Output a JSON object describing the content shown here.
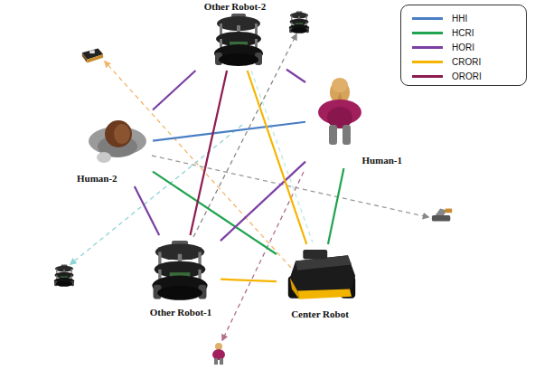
{
  "diagram": {
    "nodes": [
      {
        "text": [
          "Other Robot-2"
        ]
      },
      {
        "text": [
          "Human-2"
        ]
      },
      {
        "text": [
          "Human-1"
        ]
      },
      {
        "text": [
          "Other Robot-1"
        ]
      },
      {
        "text": [
          "Center Robot"
        ]
      }
    ],
    "edges": [
      {
        "from": 1,
        "to": 2,
        "arrow": "none"
      },
      {
        "from": 1,
        "to": 4,
        "arrow": "none"
      },
      {
        "from": 2,
        "to": 4,
        "arrow": "none"
      },
      {
        "from": 0,
        "to": 1,
        "arrow": "none"
      },
      {
        "from": 0,
        "to": 2,
        "arrow": "none"
      },
      {
        "from": 1,
        "to": 3,
        "arrow": "none"
      },
      {
        "from": 3,
        "to": 2,
        "arrow": "none"
      },
      {
        "from": 0,
        "to": 4,
        "arrow": "none"
      },
      {
        "from": 3,
        "to": 4,
        "arrow": "none"
      },
      {
        "from": 3,
        "to": 0,
        "arrow": "none"
      }
    ],
    "legend": [
      {
        "text": "HHI",
        "color": "#4a7fc4"
      },
      {
        "text": "HCRI",
        "color": "#1fa34f"
      },
      {
        "text": "HORI",
        "color": "#7b3fa3"
      },
      {
        "text": "CRORI",
        "color": "#f5b400"
      },
      {
        "text": "ORORI",
        "color": "#8e1b4f"
      }
    ]
  }
}
